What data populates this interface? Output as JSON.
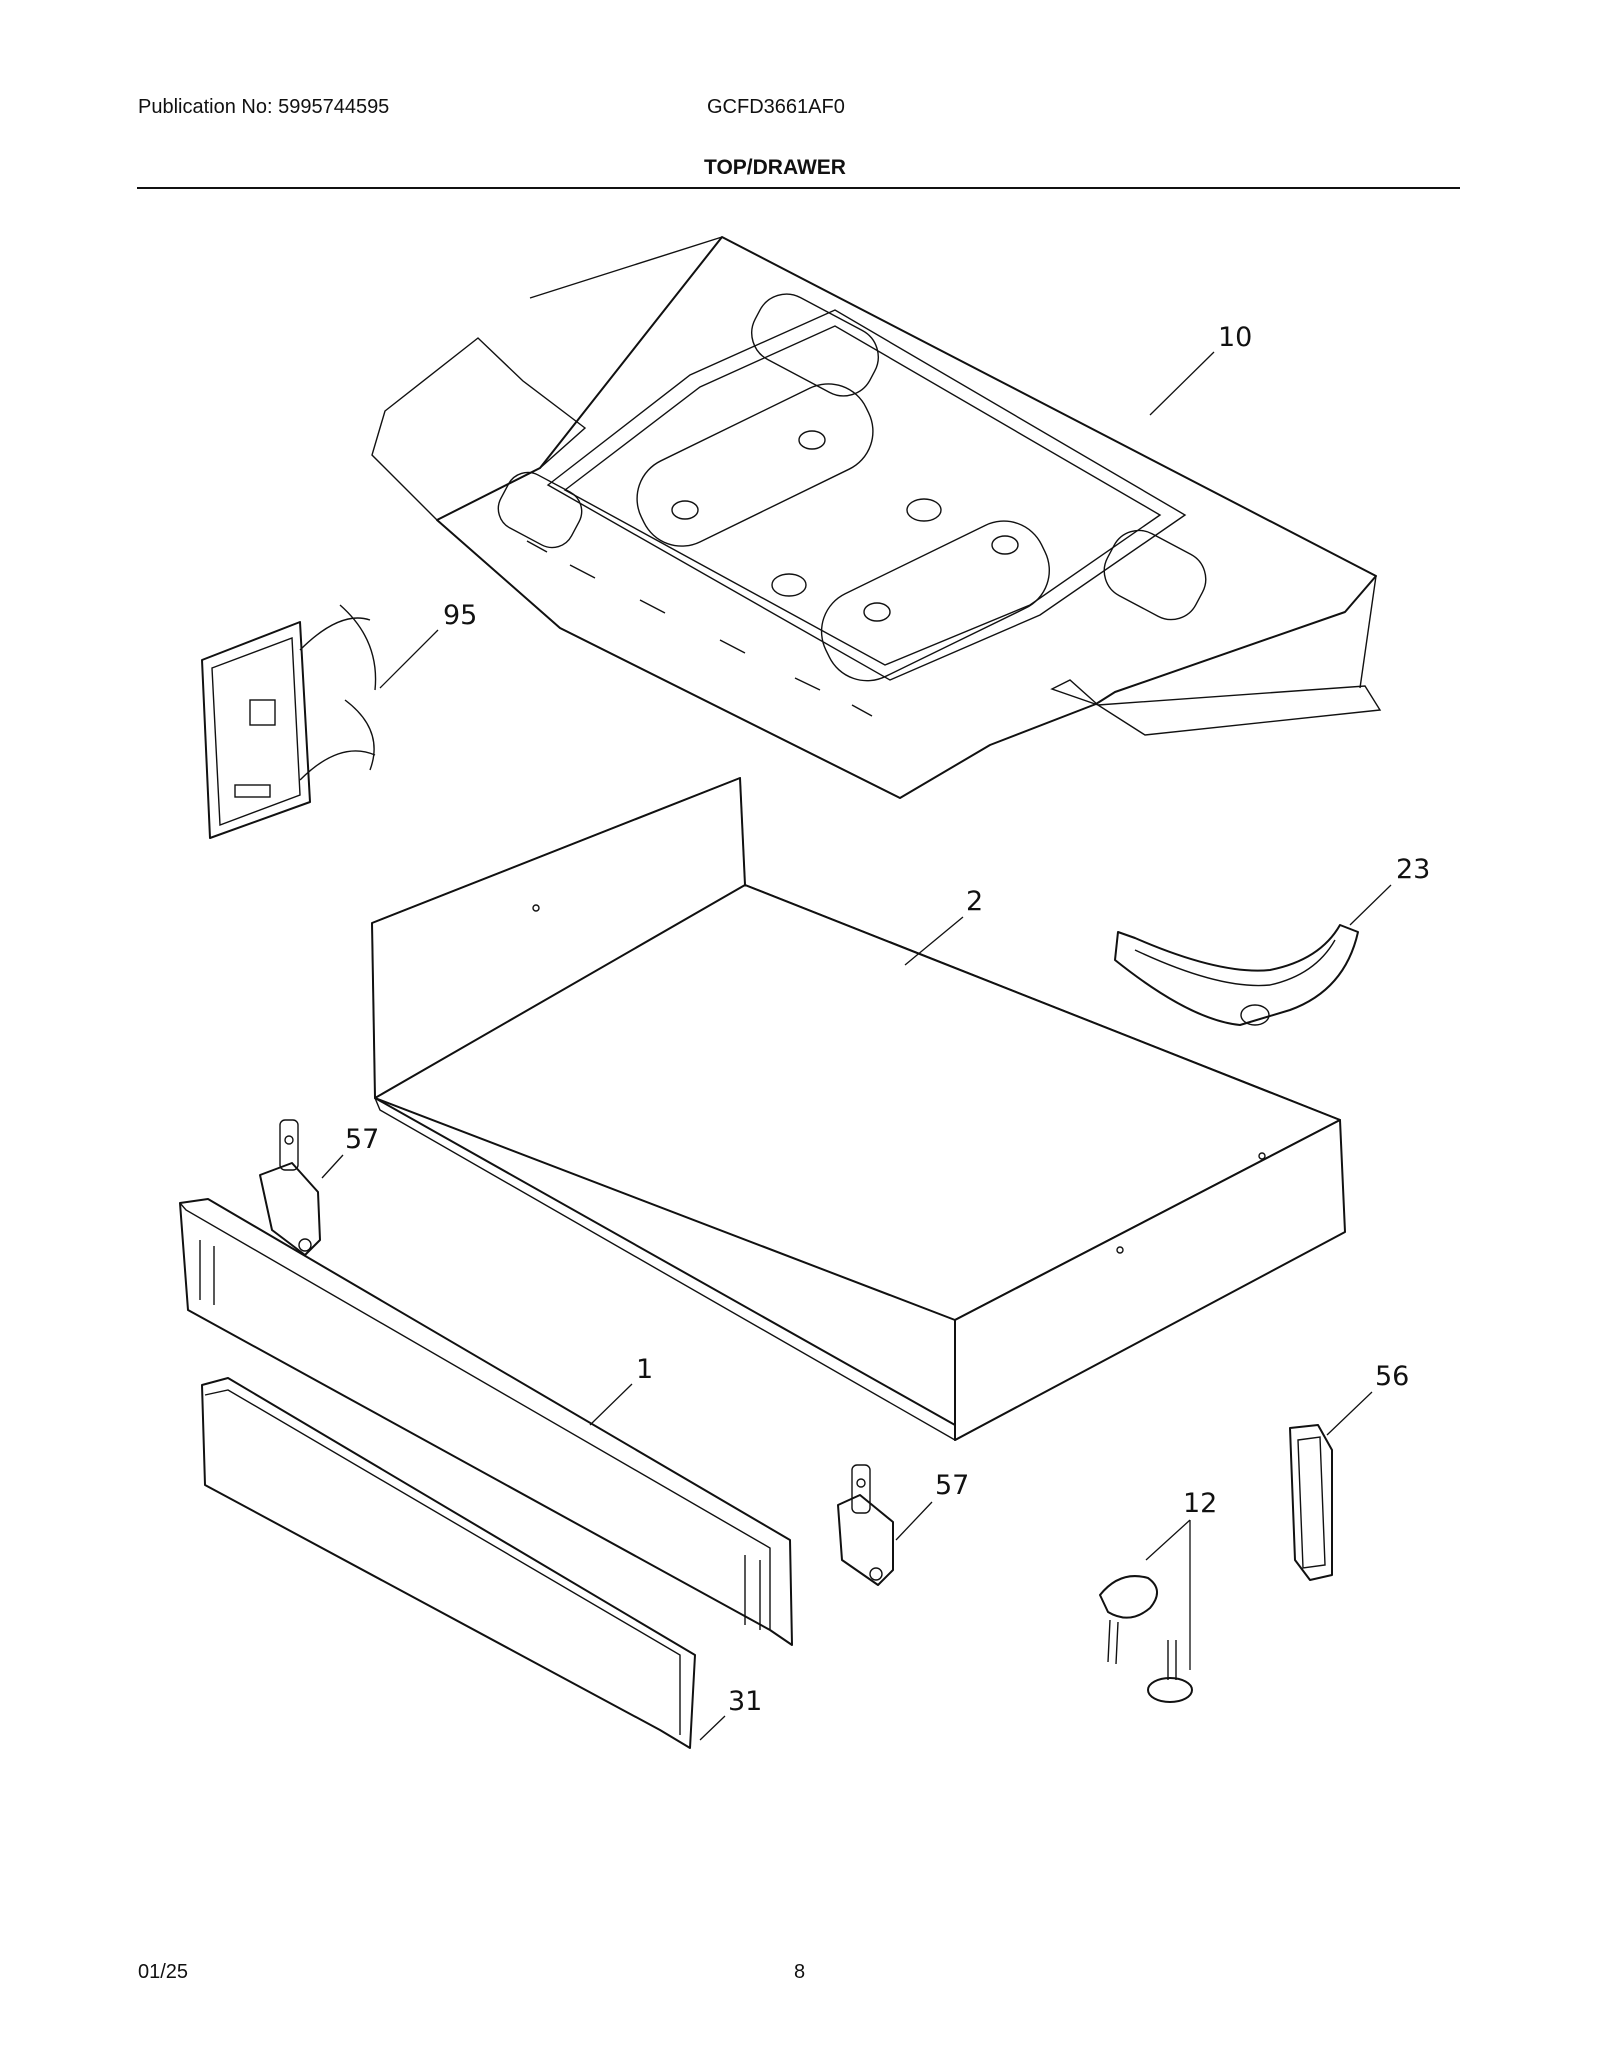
{
  "header": {
    "publication": "Publication No: 5995744595",
    "model": "GCFD3661AF0",
    "title": "TOP/DRAWER"
  },
  "footer": {
    "date": "01/25",
    "page": "8"
  },
  "callouts": {
    "c10": "10",
    "c95": "95",
    "c23": "23",
    "c2": "2",
    "c57a": "57",
    "c1": "1",
    "c56": "56",
    "c57b": "57",
    "c12": "12",
    "c31": "31"
  }
}
